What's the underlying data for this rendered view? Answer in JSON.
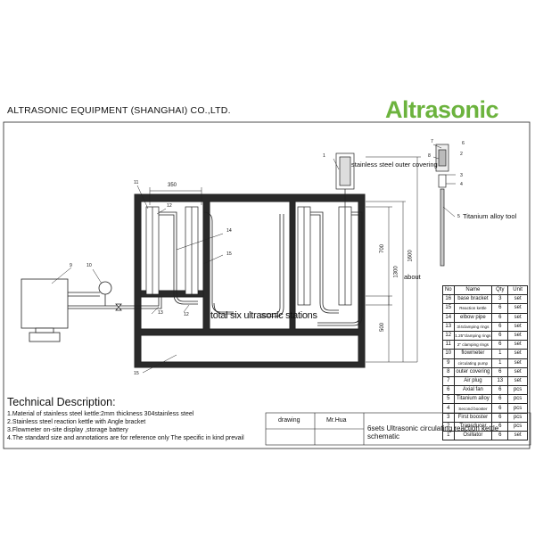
{
  "header": {
    "company": "ALTRASONIC EQUIPMENT (SHANGHAI) CO.,LTD.",
    "logo_text": "Altrasonic",
    "brand_color": "#6cb33e"
  },
  "callouts": {
    "outer_covering": "stainless steel outer covering",
    "titanium_tool": "Titanium alloy tool",
    "stations": "total six ultrasonic stations",
    "about": "about"
  },
  "dimensions": {
    "d350": "350",
    "d700": "700",
    "d1300": "1300",
    "d1600": "1600",
    "d500": "500"
  },
  "part_numbers": {
    "n1": "1",
    "n2": "2",
    "n3": "3",
    "n4": "4",
    "n5": "5",
    "n6": "6",
    "n7": "7",
    "n8": "8",
    "n9": "9",
    "n10": "10",
    "n11": "11",
    "n12": "12",
    "n12b": "12",
    "n13": "13",
    "n14": "14",
    "n15": "15",
    "n15b": "15"
  },
  "technical": {
    "title": "Technical Description:",
    "lines": [
      "1.Material of stainless steel kettle:2mm thickness 304stainless steel",
      "2.Stainless steel reaction kettle with Angle bracket",
      "3.Flowmeter on-site display ,storage battery",
      "4.The standard size and annotations are for reference only The specific in kind prevail"
    ]
  },
  "bom": {
    "headers": [
      "No",
      "Name",
      "Qty",
      "Unit"
    ],
    "rows": [
      [
        "16",
        "base bracket",
        "3",
        "set"
      ],
      [
        "15",
        "Reaction kettle",
        "6",
        "set"
      ],
      [
        "14",
        "elbow pipe",
        "6",
        "set"
      ],
      [
        "13",
        "3/4clamping rings",
        "6",
        "set"
      ],
      [
        "12",
        "1.25\"clamping rings",
        "6",
        "set"
      ],
      [
        "11",
        "2\" clamping rings",
        "6",
        "set"
      ],
      [
        "10",
        "flowmeter",
        "1",
        "set"
      ],
      [
        "9",
        "circulating pump",
        "1",
        "set"
      ],
      [
        "8",
        "outer covering",
        "6",
        "set"
      ],
      [
        "7",
        "Air plug",
        "13",
        "set"
      ],
      [
        "6",
        "Axial fan",
        "6",
        "pcs"
      ],
      [
        "5",
        "Titanium alloy",
        "6",
        "pcs"
      ],
      [
        "4",
        "Second booster",
        "6",
        "pcs"
      ],
      [
        "3",
        "First booster",
        "6",
        "pcs"
      ],
      [
        "2",
        "Transducer",
        "6",
        "pcs"
      ],
      [
        "1",
        "Osillator",
        "6",
        "set"
      ]
    ]
  },
  "title_block": {
    "drawing_label": "drawing",
    "drawer": "Mr.Hua",
    "title": "6sets Ultrasonic circulating reaction kettle schematic"
  }
}
